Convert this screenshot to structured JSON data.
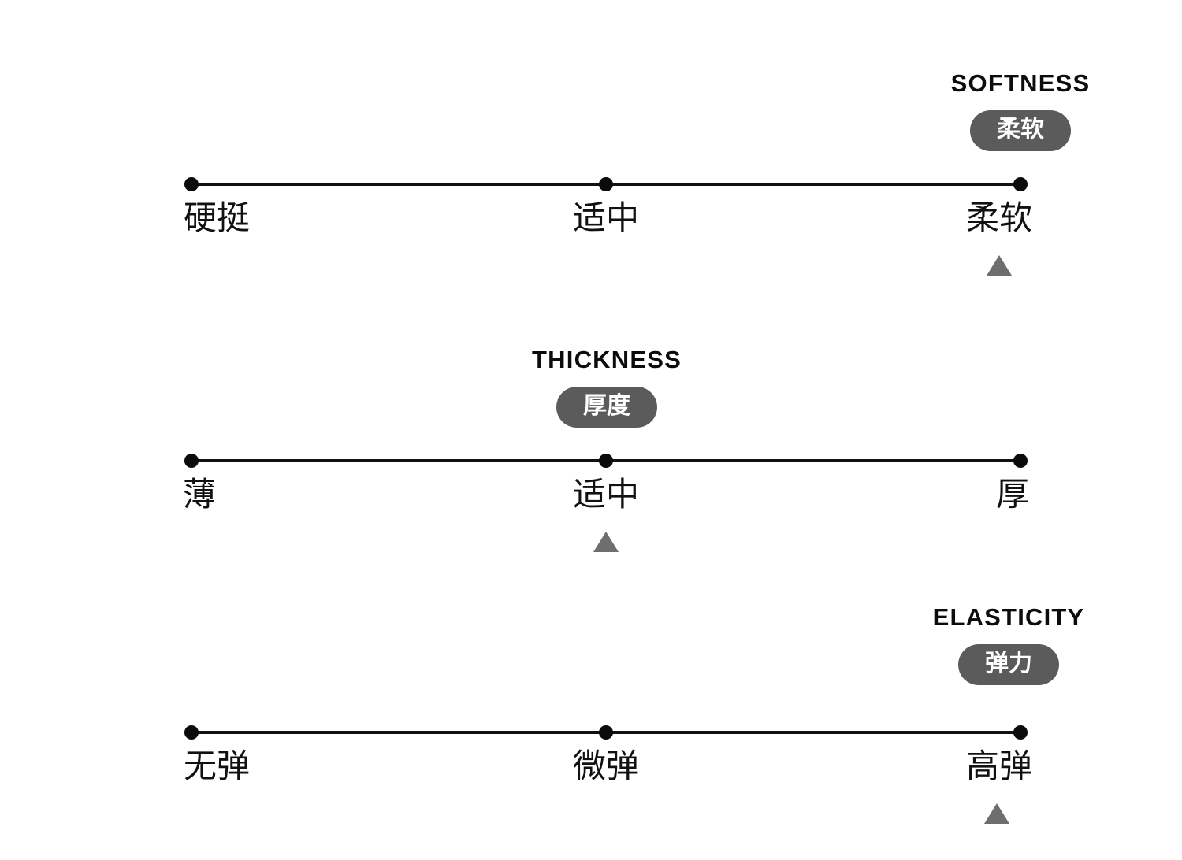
{
  "page": {
    "background": "#ffffff",
    "accent_dark": "#5b5b5b",
    "marker_color": "#6e6e6e",
    "line_color": "#111111"
  },
  "attributes": [
    {
      "id": "softness",
      "title_en": "SOFTNESS",
      "title_cn": "柔软",
      "labels": [
        "硬挺",
        "适中",
        "柔软"
      ],
      "selected_index": 2,
      "selected_label": "柔软"
    },
    {
      "id": "thickness",
      "title_en": "THICKNESS",
      "title_cn": "厚度",
      "labels": [
        "薄",
        "适中",
        "厚"
      ],
      "selected_index": 1,
      "selected_label": "适中"
    },
    {
      "id": "elasticity",
      "title_en": "ELASTICITY",
      "title_cn": "弹力",
      "labels": [
        "无弹",
        "微弹",
        "高弹"
      ],
      "selected_index": 2,
      "selected_label": "高弹"
    }
  ],
  "chart_data": {
    "type": "table",
    "title": "Fabric property scales",
    "rows": [
      {
        "attribute_en": "SOFTNESS",
        "attribute_cn": "柔软",
        "scale": [
          "硬挺",
          "适中",
          "柔软"
        ],
        "value": "柔软",
        "value_position": 2
      },
      {
        "attribute_en": "THICKNESS",
        "attribute_cn": "厚度",
        "scale": [
          "薄",
          "适中",
          "厚"
        ],
        "value": "适中",
        "value_position": 1
      },
      {
        "attribute_en": "ELASTICITY",
        "attribute_cn": "弹力",
        "scale": [
          "无弹",
          "微弹",
          "高弹"
        ],
        "value": "高弹",
        "value_position": 2
      }
    ]
  }
}
